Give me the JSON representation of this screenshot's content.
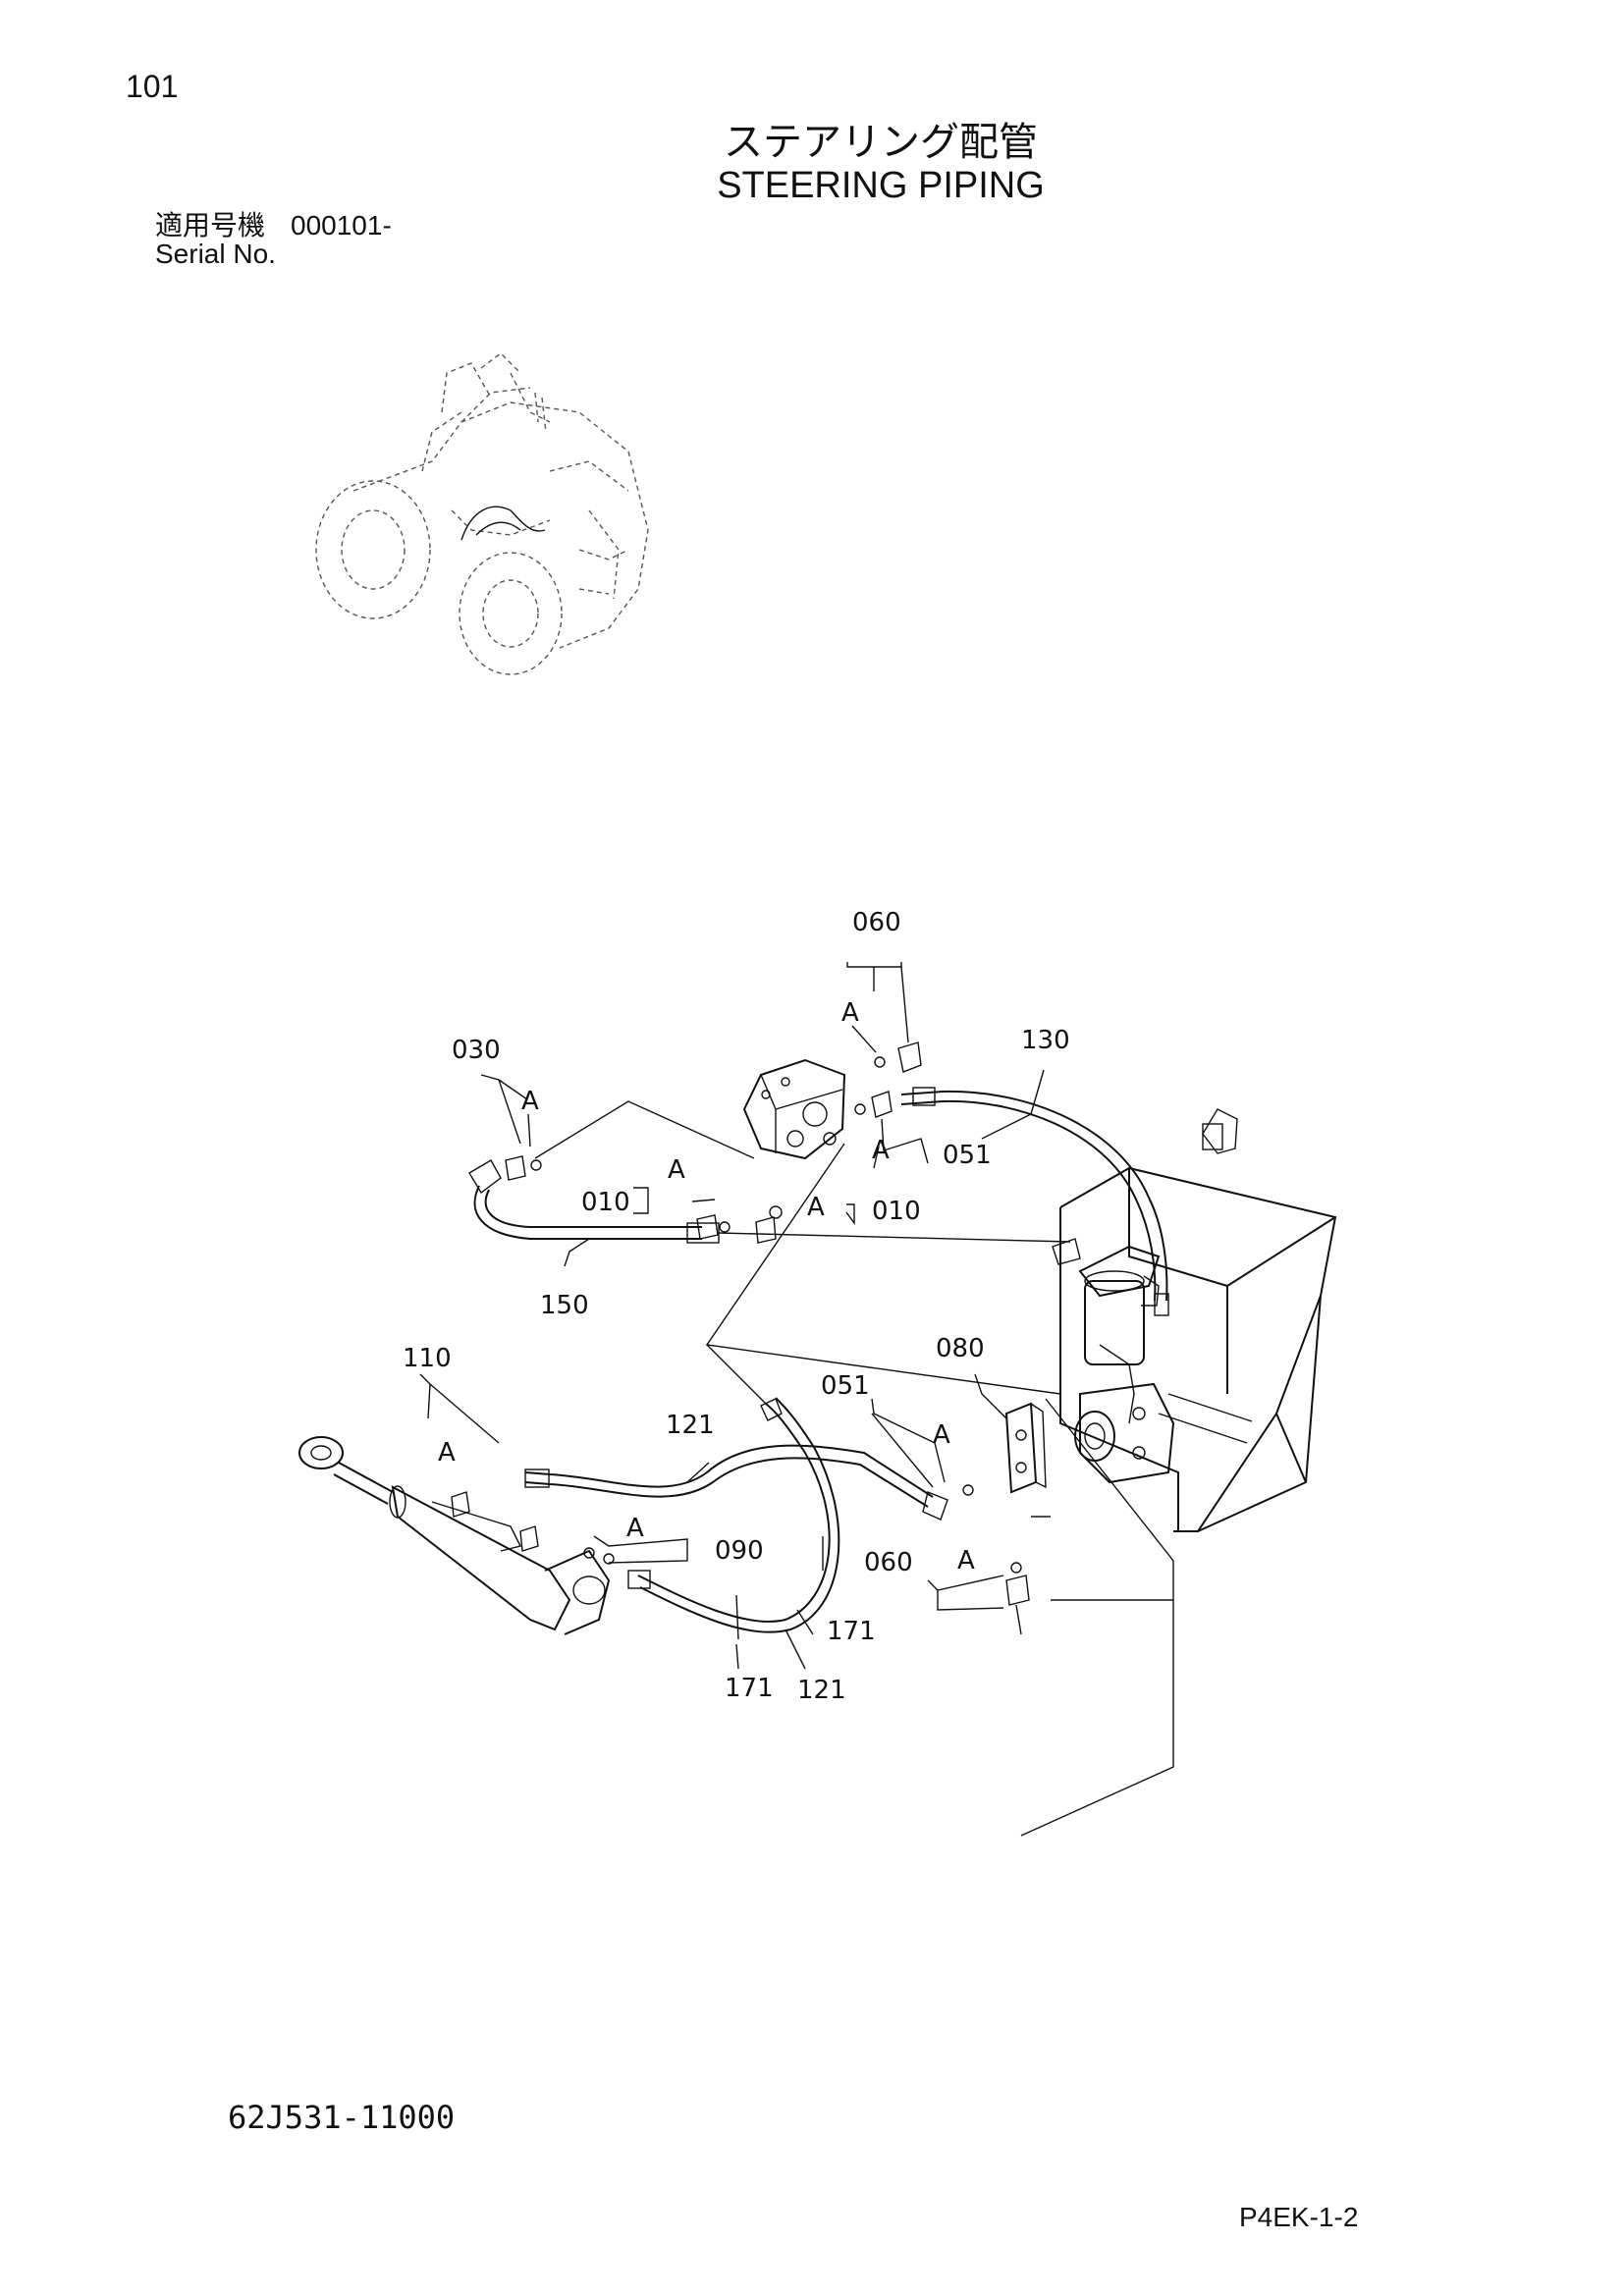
{
  "header": {
    "page_number": "101",
    "title_jp": "ステアリング配管",
    "title_en": "STEERING PIPING",
    "serial_jp_label": "適用号機",
    "serial_value": "000101-",
    "serial_en_label": "Serial No."
  },
  "callouts": {
    "c060_top": "060",
    "a_060_top": "A",
    "c130": "130",
    "c030": "030",
    "a_030": "A",
    "a_051_top": "A",
    "c051_top": "051",
    "c010_left": "010",
    "a_010_left": "A",
    "a_010_right": "A",
    "c010_right": "010",
    "c150": "150",
    "c080": "080",
    "c110": "110",
    "c121_top": "121",
    "c051_mid": "051",
    "a_051_mid": "A",
    "a_110": "A",
    "a_090": "A",
    "c090": "090",
    "c060_bottom": "060",
    "a_060_bottom": "A",
    "c171_right": "171",
    "c171_bottom": "171",
    "c121_bottom": "121"
  },
  "footer": {
    "drawing_number": "62J531-11000",
    "page_code": "P4EK-1-2"
  }
}
